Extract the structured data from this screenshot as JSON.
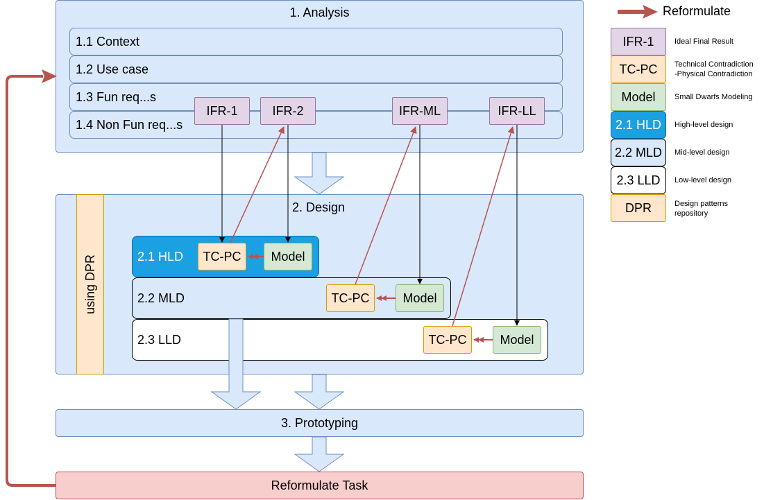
{
  "colors": {
    "reformulate": "#b85450",
    "hld": "#1ba1e2"
  },
  "analysis": {
    "title": "1. Analysis",
    "rows": [
      "1.1 Context",
      "1.2 Use case",
      "1.3 Fun req...s",
      "1.4 Non Fun req...s"
    ],
    "ifr": [
      "IFR-1",
      "IFR-2",
      "IFR-ML",
      "IFR-LL"
    ]
  },
  "design": {
    "title": "2. Design",
    "dpr_label": "using DPR",
    "hld": {
      "label": "2.1 HLD",
      "tcpc": "TC-PC",
      "model": "Model"
    },
    "mld": {
      "label": "2.2 MLD",
      "tcpc": "TC-PC",
      "model": "Model"
    },
    "lld": {
      "label": "2.3 LLD",
      "tcpc": "TC-PC",
      "model": "Model"
    }
  },
  "prototyping": {
    "title": "3. Prototyping"
  },
  "reformulate_task": {
    "title": "Reformulate Task"
  },
  "legend": {
    "reformulate": "Reformulate",
    "items": [
      {
        "key": "IFR-1",
        "desc": "Ideal Final Result"
      },
      {
        "key": "TC-PC",
        "desc": "Technical Contradiction\n-Physical Contradiction"
      },
      {
        "key": "Model",
        "desc": "Small Dwarfs Modeling"
      },
      {
        "key": "2.1 HLD",
        "desc": "High-level design"
      },
      {
        "key": "2.2 MLD",
        "desc": "Mid-level design"
      },
      {
        "key": "2.3 LLD",
        "desc": "Low-level design"
      },
      {
        "key": "DPR",
        "desc": "Design patterns\nrepository"
      }
    ]
  }
}
